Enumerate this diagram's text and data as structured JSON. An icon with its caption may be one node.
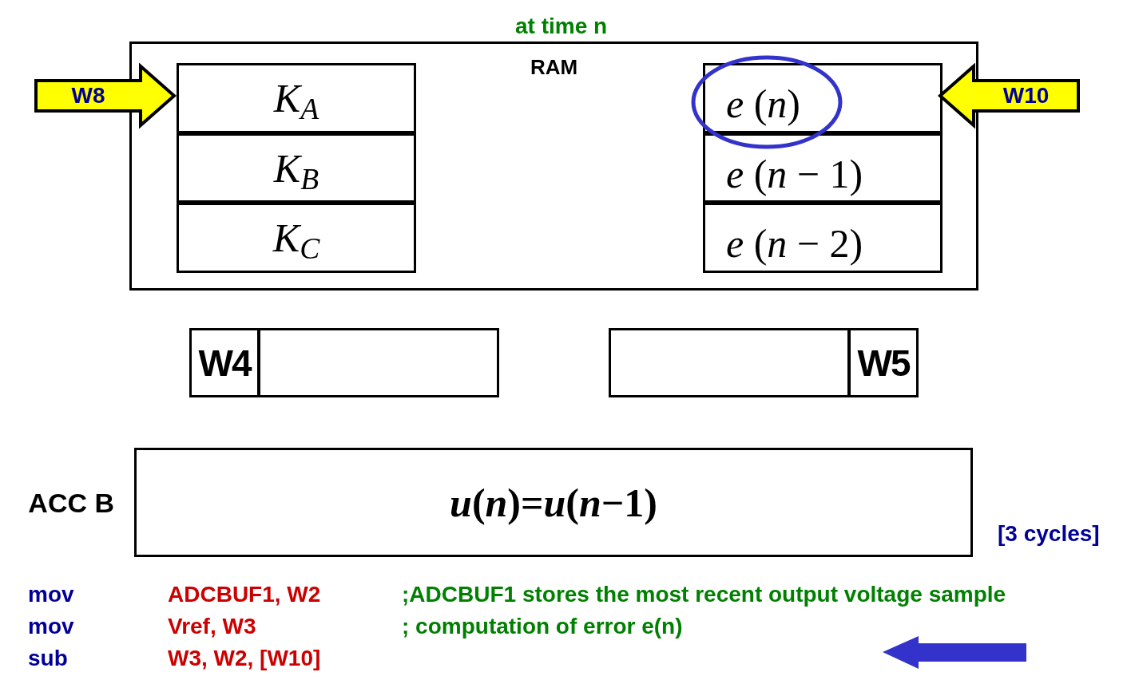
{
  "diagram": {
    "nodes": [
      {
        "text": [
          "RAM"
        ]
      },
      {
        "text": [
          "K$_{A}$"
        ],
        "in": 0
      },
      {
        "text": [
          "K$_{B}$"
        ],
        "in": 0
      },
      {
        "text": [
          "K$_{C}$"
        ],
        "in": 0
      },
      {
        "text": [
          "*e* (*n*)"
        ],
        "in": 0
      },
      {
        "text": [
          "*e* (*n* − 1)"
        ],
        "in": 0
      },
      {
        "text": [
          "*e* (*n* − 2)"
        ],
        "in": 0
      },
      {
        "text": [
          "W4"
        ]
      },
      {
        "text": [],
        "shape": "box"
      },
      {
        "text": [],
        "shape": "box"
      },
      {
        "text": [
          "W5"
        ]
      },
      {
        "text": [
          "*u*(*n*)=*u*(*n*−1)"
        ],
        "beside": [
          "ACC B"
        ]
      }
    ],
    "edges": [
      {
        "from": null,
        "to": 1,
        "arrow": "to",
        "label": "W8",
        "style": "thick",
        "color": "#ffff00"
      },
      {
        "from": null,
        "to": 4,
        "arrow": "to",
        "label": "W10",
        "style": "thick",
        "color": "#ffff00"
      }
    ],
    "labels": [
      "at time n",
      "[3 cycles]",
      "mov",
      "ADCBUF1, W2",
      ";ADCBUF1 stores the most recent output voltage sample",
      "mov",
      "Vref, W3",
      "; computation of error e(n)",
      "sub",
      "W3, W2, [W10]"
    ]
  }
}
